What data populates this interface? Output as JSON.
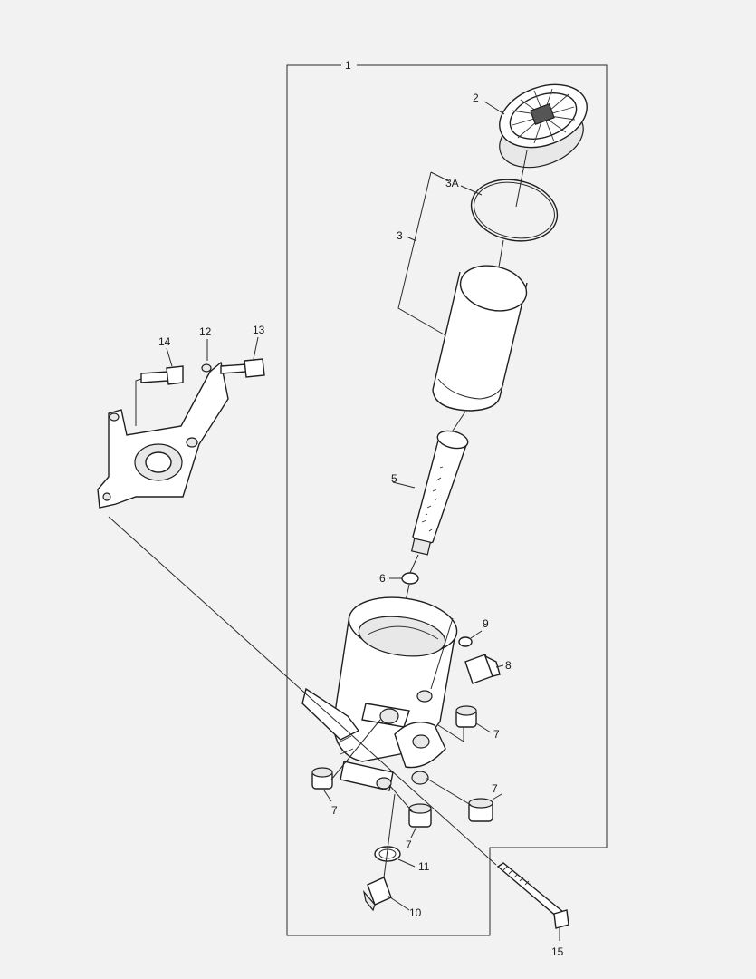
{
  "callouts": {
    "c1": "1",
    "c2": "2",
    "c3a": "3A",
    "c3": "3",
    "c5": "5",
    "c6": "6",
    "c9": "9",
    "c8": "8",
    "c7a": "7",
    "c7b": "7",
    "c7c": "7",
    "c7d": "7",
    "c11": "11",
    "c10": "10",
    "c12": "12",
    "c13": "13",
    "c14": "14",
    "c15": "15"
  }
}
